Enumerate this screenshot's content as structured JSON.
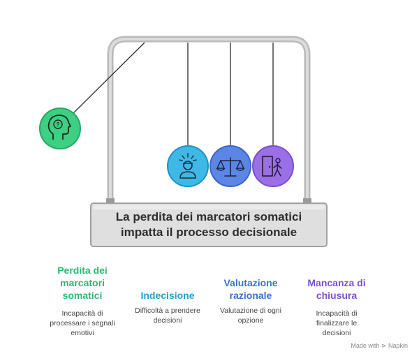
{
  "headline": "La perdita dei marcatori somatici\nimpatta il processo decisionale",
  "columns": [
    {
      "title": "Perdita dei\nmarcatori\nsomatici",
      "description": "Incapacità di\nprocessare i segnali\nemotivi",
      "color": "#2db874",
      "icon": "head-question-icon"
    },
    {
      "title": "Indecisione",
      "description": "Difficoltà a prendere\ndecisioni",
      "color": "#1ea5cf",
      "icon": "stressed-person-icon"
    },
    {
      "title": "Valutazione\nrazionale",
      "description": "Valutazione di ogni\nopzione",
      "color": "#3b6fd1",
      "icon": "balance-scale-icon"
    },
    {
      "title": "Mancanza di\nchiusura",
      "description": "Incapacità di\nfinalizzare le\ndecisioni",
      "color": "#7b4fd0",
      "icon": "person-exit-door-icon"
    }
  ],
  "credit": "Made with ⋗ Napkin"
}
